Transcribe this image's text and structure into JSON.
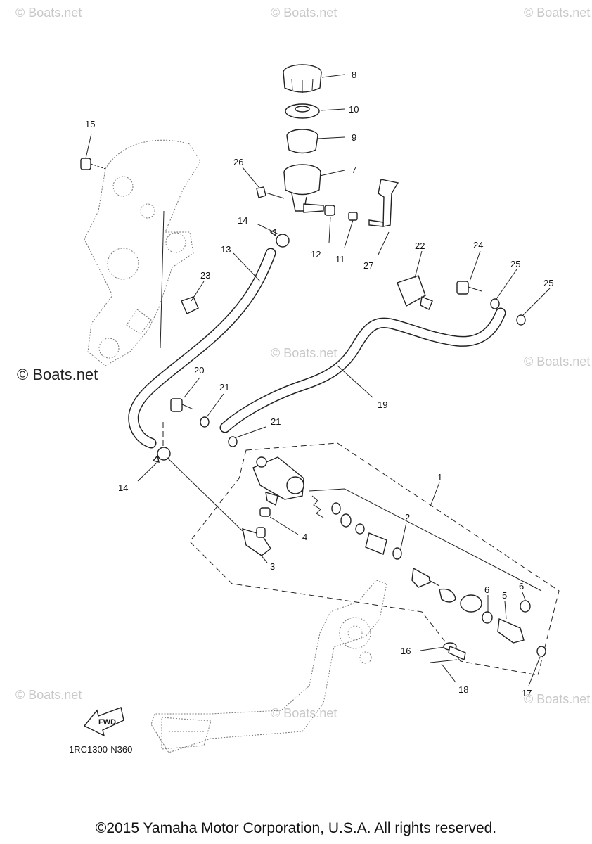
{
  "watermarks": {
    "light": "© Boats.net",
    "dark": "© Boats.net"
  },
  "diagram_code": "1RC1300-N360",
  "fwd_label": "FWD",
  "copyright": "©2015 Yamaha Motor Corporation, U.S.A. All rights reserved.",
  "callouts": {
    "c1": "1",
    "c2": "2",
    "c3": "3",
    "c4": "4",
    "c5": "5",
    "c6a": "6",
    "c6b": "6",
    "c7": "7",
    "c8": "8",
    "c9": "9",
    "c10": "10",
    "c11": "11",
    "c12": "12",
    "c13": "13",
    "c14a": "14",
    "c14b": "14",
    "c15": "15",
    "c16": "16",
    "c17": "17",
    "c18": "18",
    "c19": "19",
    "c20": "20",
    "c21a": "21",
    "c21b": "21",
    "c22": "22",
    "c23": "23",
    "c24": "24",
    "c25a": "25",
    "c25b": "25",
    "c26": "26",
    "c27": "27"
  }
}
